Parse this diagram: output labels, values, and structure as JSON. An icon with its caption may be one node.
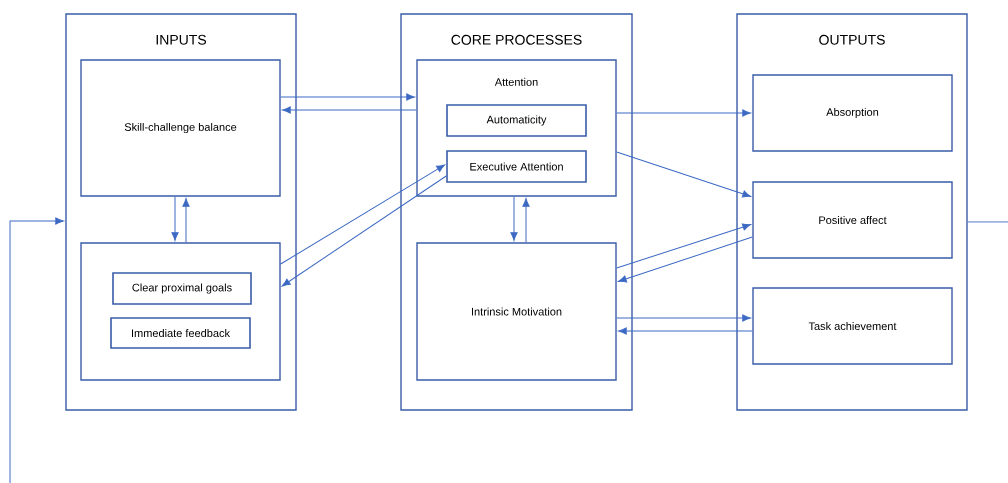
{
  "diagram": {
    "nodes": [
      {
        "text": [
          "INPUTS"
        ]
      },
      {
        "text": [
          "Skill-challenge balance"
        ],
        "in": 0
      },
      {
        "text": [],
        "shape": "box",
        "in": 0
      },
      {
        "text": [
          "Clear proximal goals"
        ],
        "in": 2
      },
      {
        "text": [
          "Immediate feedback"
        ],
        "in": 2
      },
      {
        "text": [
          "CORE PROCESSES"
        ]
      },
      {
        "text": [
          "Attention"
        ],
        "in": 5
      },
      {
        "text": [
          "Automaticity"
        ],
        "in": 6
      },
      {
        "text": [
          "Executive Attention"
        ],
        "in": 6
      },
      {
        "text": [
          "Intrinsic Motivation"
        ],
        "in": 5
      },
      {
        "text": [
          "OUTPUTS"
        ]
      },
      {
        "text": [
          "Absorption"
        ],
        "in": 10
      },
      {
        "text": [
          "Positive affect"
        ],
        "in": 10
      },
      {
        "text": [
          "Task achievement"
        ],
        "in": 10
      }
    ],
    "edges": [
      {
        "from": 1,
        "to": 6,
        "arrow": "to"
      },
      {
        "from": 6,
        "to": 1,
        "arrow": "to"
      },
      {
        "from": 1,
        "to": 2,
        "arrow": "to"
      },
      {
        "from": 2,
        "to": 1,
        "arrow": "to"
      },
      {
        "from": 2,
        "to": 8,
        "arrow": "to"
      },
      {
        "from": 8,
        "to": 2,
        "arrow": "to"
      },
      {
        "from": 6,
        "to": 9,
        "arrow": "to"
      },
      {
        "from": 9,
        "to": 6,
        "arrow": "to"
      },
      {
        "from": 6,
        "to": 11,
        "arrow": "to"
      },
      {
        "from": 6,
        "to": 12,
        "arrow": "to"
      },
      {
        "from": 9,
        "to": 12,
        "arrow": "to"
      },
      {
        "from": 12,
        "to": 9,
        "arrow": "to"
      },
      {
        "from": 9,
        "to": 13,
        "arrow": "to"
      },
      {
        "from": 13,
        "to": 9,
        "arrow": "to"
      },
      {
        "from": 10,
        "to": null,
        "arrow": "none"
      },
      {
        "from": null,
        "to": 0,
        "arrow": "to"
      }
    ]
  }
}
